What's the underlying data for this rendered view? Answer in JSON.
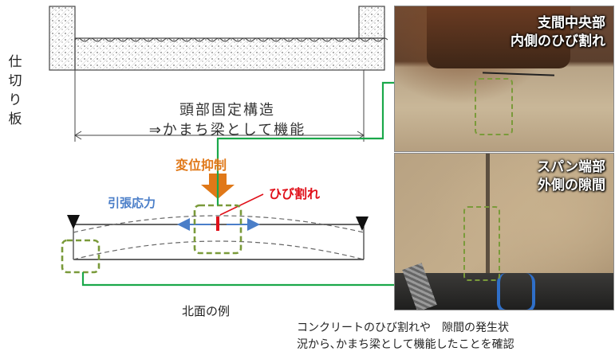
{
  "labels": {
    "partition": "仕切り板",
    "structure_line1": "頭部固定構造",
    "structure_line2": "⇒かまち梁として機能",
    "displacement": "変位抑制",
    "tension": "引張応力",
    "crack": "ひび割れ",
    "north_example": "北面の例",
    "conclusion_line1": "コンクリートのひび割れや　隙間の発生状",
    "conclusion_line2": "況から､かまち梁として機能したことを確認"
  },
  "photos": [
    {
      "title_line1": "支間中央部",
      "title_line2": "内側のひび割れ"
    },
    {
      "title_line1": "スパン端部",
      "title_line2": "外側の隙間"
    }
  ],
  "colors": {
    "orange": "#e07818",
    "blue": "#4a7ec8",
    "red": "#e0101a",
    "green": "#1aa84a",
    "dash_green": "#7a9a3a"
  }
}
